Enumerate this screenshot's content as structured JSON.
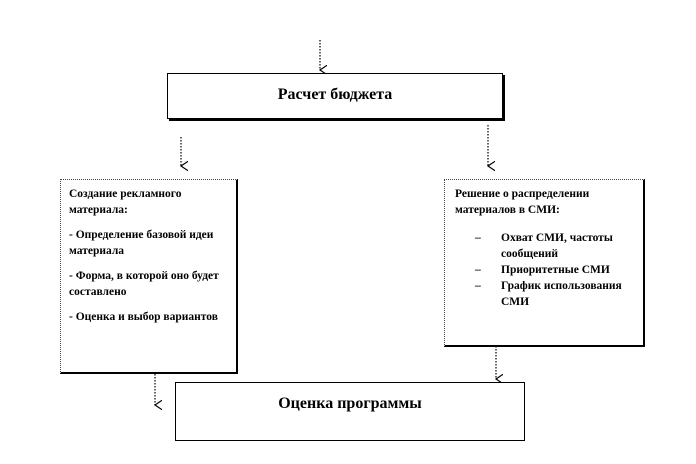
{
  "budget": {
    "title": "Расчет бюджета"
  },
  "creation": {
    "heading": "Создание рекламного материала:",
    "items": [
      "- Определение базовой идеи материала",
      "- Форма, в которой оно будет составлено",
      "- Оценка и выбор вариантов"
    ]
  },
  "media": {
    "heading": "Решение о распределении материалов в СМИ:",
    "bullet": "–",
    "items": [
      "Охват СМИ, частоты сообщений",
      "Приоритетные СМИ",
      "График использования СМИ"
    ]
  },
  "evaluation": {
    "title": "Оценка программы"
  }
}
